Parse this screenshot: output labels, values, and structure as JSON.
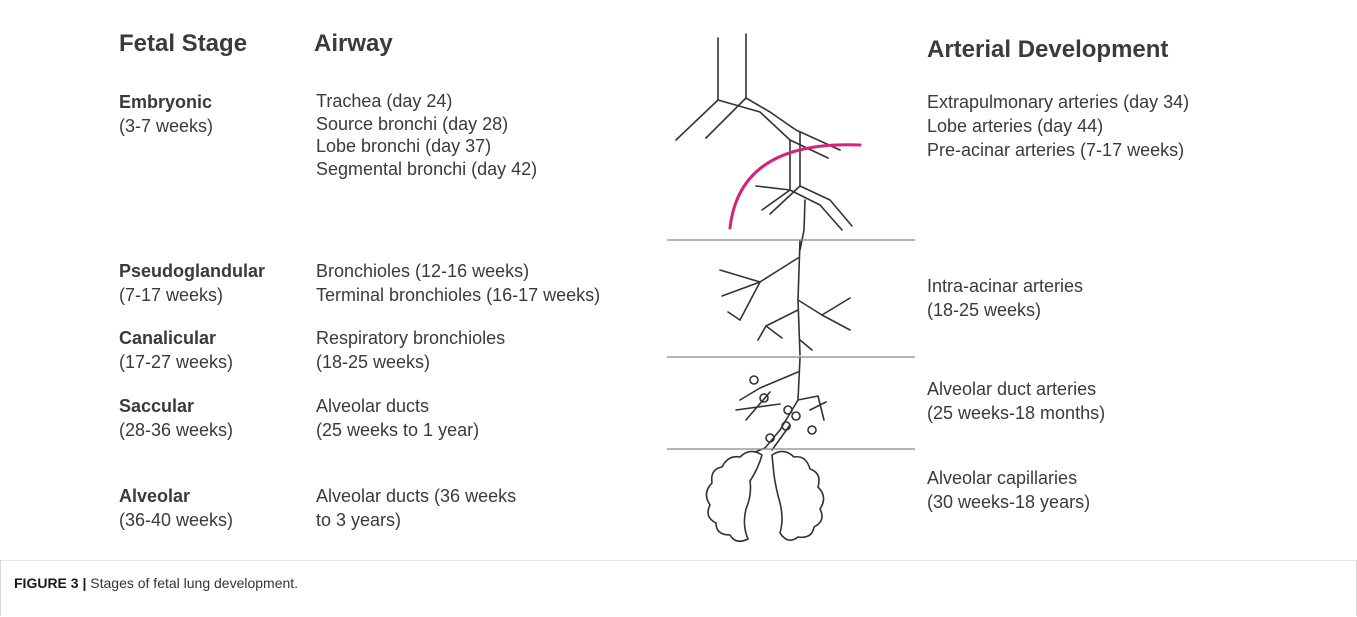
{
  "headers": {
    "stage": "Fetal Stage",
    "airway": "Airway",
    "arterial": "Arterial Development"
  },
  "stages": [
    {
      "name": "Embryonic",
      "range": "(3-7 weeks)",
      "airway": [
        "Trachea (day 24)",
        "Source bronchi (day 28)",
        "Lobe bronchi (day 37)",
        "Segmental bronchi (day 42)"
      ]
    },
    {
      "name": "Pseudoglandular",
      "range": "(7-17 weeks)",
      "airway": [
        "Bronchioles (12-16 weeks)",
        "Terminal bronchioles (16-17 weeks)"
      ]
    },
    {
      "name": "Canalicular",
      "range": "(17-27 weeks)",
      "airway": [
        "Respiratory bronchioles",
        "(18-25 weeks)"
      ]
    },
    {
      "name": "Saccular",
      "range": "(28-36 weeks)",
      "airway": [
        "Alveolar ducts",
        "(25 weeks to 1 year)"
      ]
    },
    {
      "name": "Alveolar",
      "range": "(36-40 weeks)",
      "airway": [
        "Alveolar ducts (36 weeks",
        "to 3 years)"
      ]
    }
  ],
  "arterial": [
    [
      "Extrapulmonary arteries (day 34)",
      "Lobe arteries (day 44)",
      "Pre-acinar arteries (7-17 weeks)"
    ],
    [
      "Intra-acinar arteries",
      "(18-25 weeks)"
    ],
    [
      "Alveolar duct arteries",
      "(25 weeks-18 months)"
    ],
    [
      "Alveolar capillaries",
      "(30 weeks-18 years)"
    ]
  ],
  "colors": {
    "accent_arc": "#d4237a",
    "tree_stroke": "#333333",
    "divider": "#888888"
  },
  "caption": {
    "label": "FIGURE 3 |",
    "text": " Stages of fetal lung development."
  }
}
